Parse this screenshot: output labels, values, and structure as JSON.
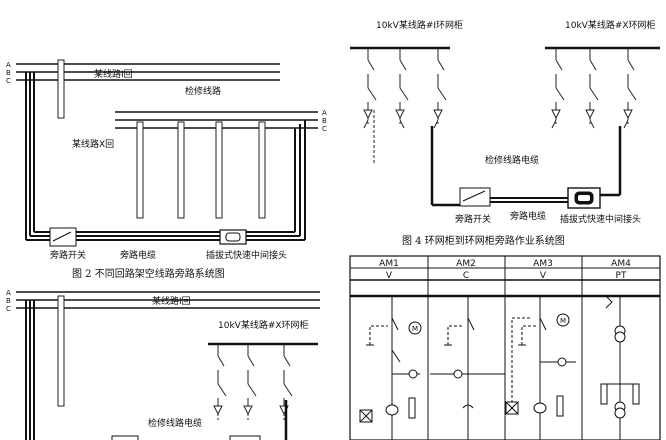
{
  "fig2": {
    "phase_a": "A",
    "phase_b": "B",
    "phase_c": "C",
    "line_label": "某线路Ⅰ回",
    "maint_label": "检修线路",
    "line_x_label": "某线路X回",
    "phase_a_right": "A",
    "phase_b_right": "B",
    "phase_c_right": "C",
    "switch_label": "旁路开关",
    "cable_label": "旁路电缆",
    "joint_label": "插拔式快速中间接头",
    "caption": "图 2  不同回路架空线路旁路系统图"
  },
  "fig4": {
    "cab1_title": "10kV某线路#Ⅰ环网柜",
    "cab2_title": "10kV某线路#X环网柜",
    "maint_cable": "检修线路电缆",
    "switch_label": "旁路开关",
    "cable_label": "旁路电缆",
    "joint_label": "插拔式快速中间接头",
    "caption": "图 4  环网柜到环网柜旁路作业系统图"
  },
  "fig3": {
    "phase_a": "A",
    "phase_b": "B",
    "phase_c": "C",
    "line_label": "某线路Ⅰ回",
    "cab_title": "10kV某线路#X环网柜",
    "maint_cable": "检修线路电缆"
  },
  "table": {
    "cols": [
      "AM1",
      "AM2",
      "AM3",
      "AM4"
    ],
    "types": [
      "V",
      "C",
      "V",
      "PT"
    ]
  },
  "motor_symbol": "M"
}
